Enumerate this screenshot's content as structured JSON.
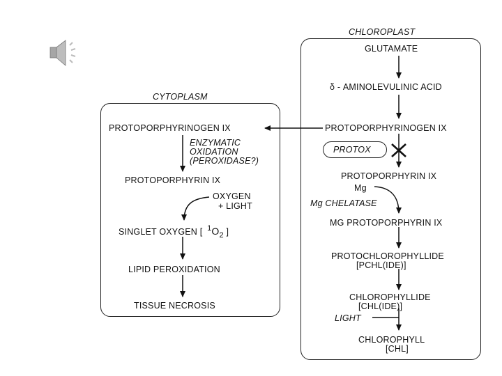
{
  "icons": {
    "speaker": "speaker-icon"
  },
  "labels": {
    "chloroplast": "CHLOROPLAST",
    "cytoplasm": "CYTOPLASM"
  },
  "chloroplast": {
    "glutamate": "GLUTAMATE",
    "ala": "δ - AMINOLEVULINIC ACID",
    "protogen": "PROTOPORPHYRINOGEN IX",
    "protox": "PROTOX",
    "proto": "PROTOPORPHYRIN IX",
    "mg": "Mg",
    "mg_chelatase": "Mg CHELATASE",
    "mg_proto": "MG PROTOPORPHYRIN IX",
    "pchlide_1": "PROTOCHLOROPHYLLIDE",
    "pchlide_2": "[PCHL(IDE)]",
    "chlide_1": "CHLOROPHYLLIDE",
    "chlide_2": "[CHL(IDE)]",
    "light": "LIGHT",
    "chl_1": "CHLOROPHYLL",
    "chl_2": "[CHL]"
  },
  "cytoplasm": {
    "protogen": "PROTOPORPHYRINOGEN IX",
    "enz_1": "ENZYMATIC",
    "enz_2": "OXIDATION",
    "enz_3": "(PEROXIDASE?)",
    "proto": "PROTOPORPHYRIN IX",
    "oxygen": "OXYGEN",
    "light": "+ LIGHT",
    "singlet_prefix": "SINGLET OXYGEN [",
    "singlet_sup": "1",
    "singlet_o": "O",
    "singlet_sub": "2",
    "singlet_suffix": "]",
    "lipid": "LIPID PEROXIDATION",
    "necrosis": "TISSUE NECROSIS"
  }
}
